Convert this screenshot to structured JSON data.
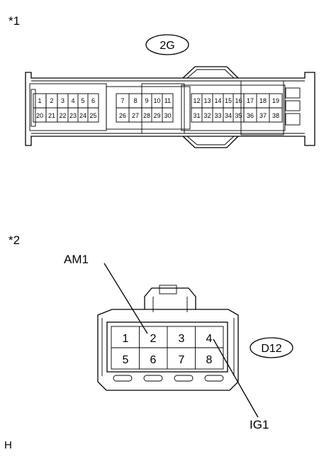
{
  "figure1": {
    "marker": "*1",
    "connector_code": "2G",
    "groups": [
      {
        "top": [
          "1",
          "2",
          "3",
          "4",
          "5",
          "6"
        ],
        "bottom": [
          "20",
          "21",
          "22",
          "23",
          "24",
          "25"
        ]
      },
      {
        "top": [
          "7",
          "8",
          "9",
          "10",
          "11"
        ],
        "bottom": [
          "26",
          "27",
          "28",
          "29",
          "30"
        ]
      },
      {
        "top": [
          "12",
          "13",
          "14",
          "15",
          "16",
          "17",
          "18",
          "19"
        ],
        "bottom": [
          "31",
          "32",
          "33",
          "34",
          "35",
          "36",
          "37",
          "38"
        ]
      }
    ]
  },
  "figure2": {
    "marker": "*2",
    "connector_code": "D12",
    "top_row": [
      "1",
      "2",
      "3",
      "4"
    ],
    "bottom_row": [
      "5",
      "6",
      "7",
      "8"
    ],
    "callout_top": "AM1",
    "callout_bottom": "IG1"
  },
  "footer_letter": "H"
}
